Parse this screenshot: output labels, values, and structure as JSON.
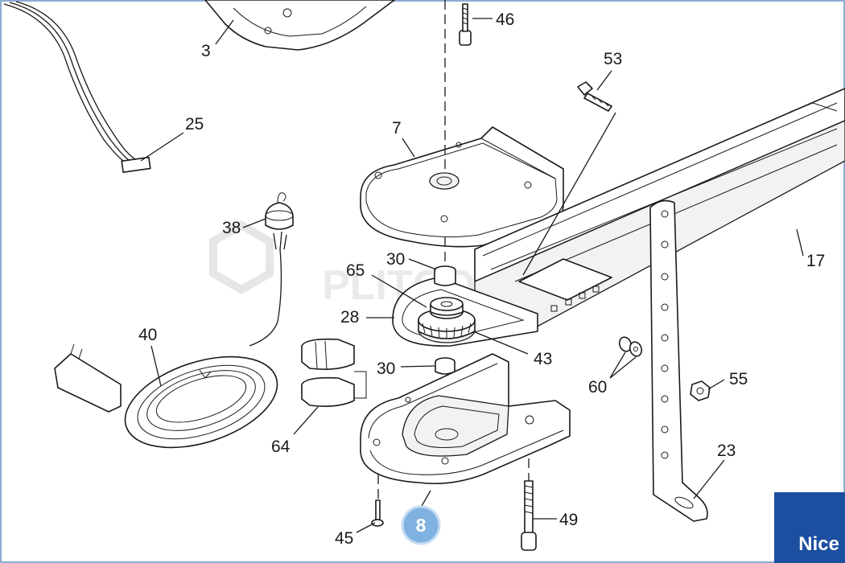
{
  "part_labels": [
    "3",
    "46",
    "53",
    "25",
    "7",
    "38",
    "30",
    "65",
    "17",
    "28",
    "43",
    "40",
    "30",
    "60",
    "55",
    "64",
    "23",
    "45",
    "49"
  ],
  "assembly_badge": "8",
  "watermark_text": "PLITCOM",
  "brand_logo": "Nice",
  "colors": {
    "badge_fill": "#7fb2e0",
    "logo_fill": "#1c4fa0"
  }
}
